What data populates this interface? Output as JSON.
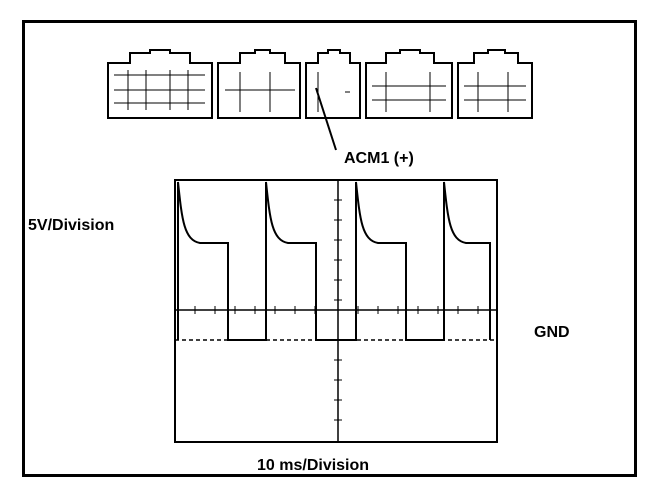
{
  "labels": {
    "pin": "ACM1 (+)",
    "vertical_scale": "5V/Division",
    "ground": "GND",
    "horizontal_scale": "10 ms/Division"
  },
  "connectors": [
    {
      "name": "connector-1"
    },
    {
      "name": "connector-2"
    },
    {
      "name": "connector-3"
    },
    {
      "name": "connector-4"
    },
    {
      "name": "connector-5"
    }
  ],
  "oscilloscope": {
    "grid": {
      "horizontal_divisions": 8,
      "vertical_divisions": 4
    },
    "waveform": "pulse train with decaying peaks returning to ground"
  }
}
